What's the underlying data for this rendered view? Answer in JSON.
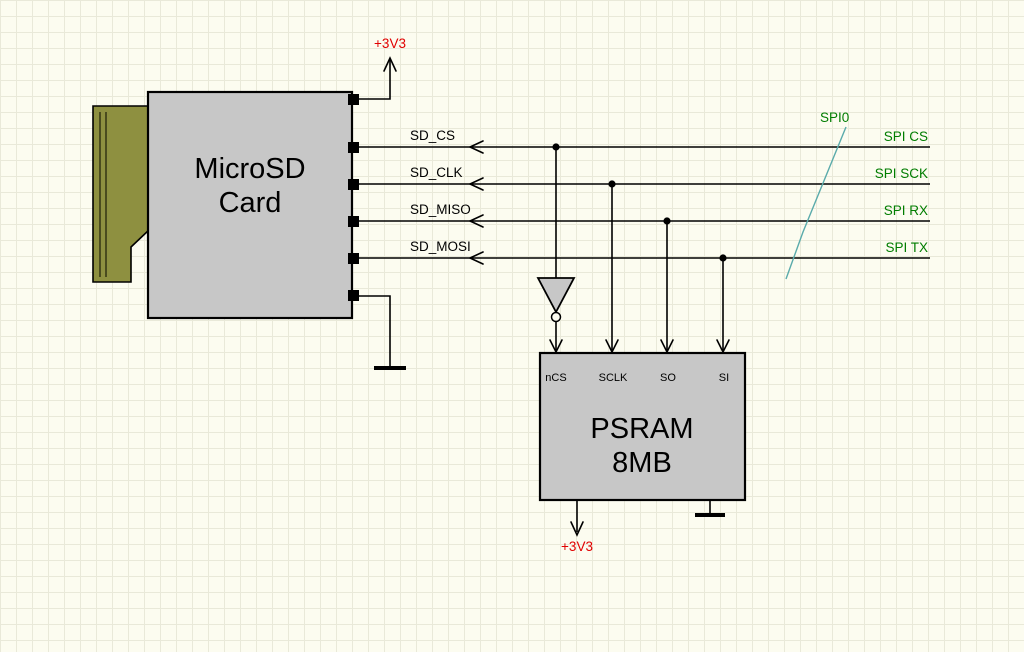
{
  "canvas": {
    "background": "#fcfcf0",
    "grid_color": "#e9e9d9"
  },
  "components": {
    "microsd": {
      "label_line1": "MicroSD",
      "label_line2": "Card"
    },
    "psram": {
      "label_line1": "PSRAM",
      "label_line2": "8MB",
      "pins": [
        "nCS",
        "SCLK",
        "SO",
        "SI"
      ]
    }
  },
  "power": {
    "top_rail": "+3V3",
    "bottom_rail": "+3V3",
    "color": "#e00000"
  },
  "bus": {
    "label": "SPI0",
    "line_color": "#5aabab"
  },
  "signals": [
    {
      "sd_label": "SD_CS",
      "spi_label": "SPI CS"
    },
    {
      "sd_label": "SD_CLK",
      "spi_label": "SPI SCK"
    },
    {
      "sd_label": "SD_MISO",
      "spi_label": "SPI RX"
    },
    {
      "sd_label": "SD_MOSI",
      "spi_label": "SPI TX"
    }
  ],
  "net_label_color": "#007d00",
  "component_fill": "#c7c7c7"
}
